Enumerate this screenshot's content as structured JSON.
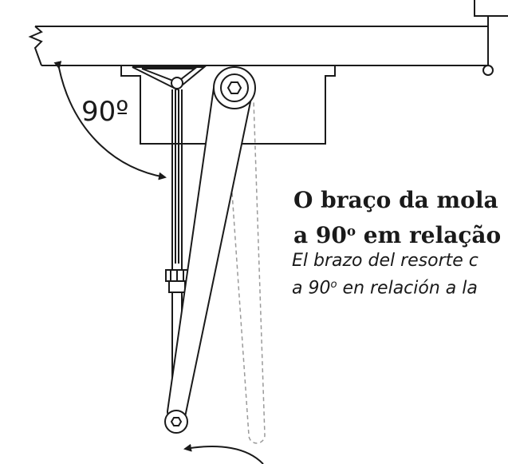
{
  "angle_label": "90º",
  "title": {
    "line1": "O braço da mola",
    "line2_prefix": "a 90",
    "line2_suffix": " em relação"
  },
  "subtitle": {
    "line1": "El brazo del resorte c",
    "line2_prefix": "a 90",
    "line2_suffix": " en relación a la"
  },
  "degree_mark": "o",
  "colors": {
    "stroke": "#1a1a1a",
    "ghost": "#9a9a9a"
  }
}
